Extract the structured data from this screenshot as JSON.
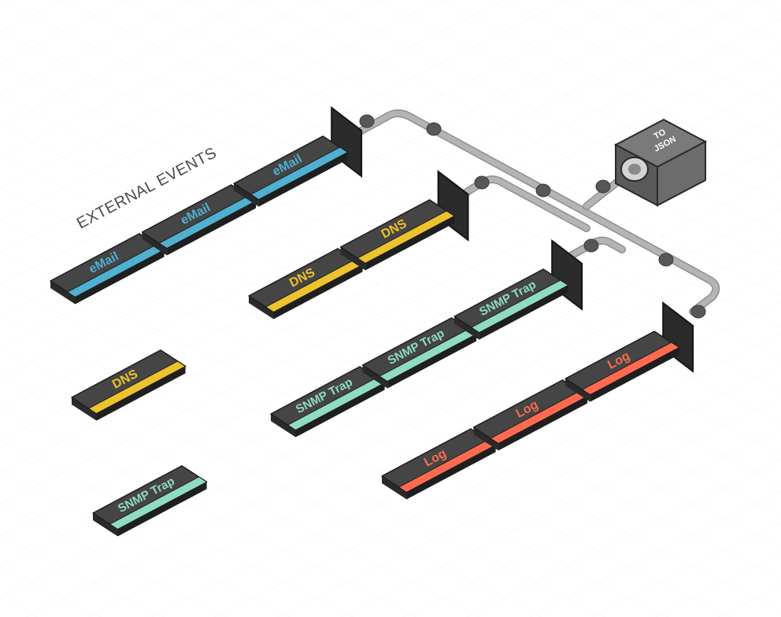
{
  "title": "EXTERNAL EVENTS",
  "colors": {
    "email": "#4fb0d0",
    "dns": "#ecc22e",
    "snmp": "#8fdcc0",
    "log": "#ff6a50",
    "tile_top": "#454545",
    "tile_side": "#2e2e2e",
    "pipe": "#b4b4b4",
    "node": "#575757",
    "cube": "#676767"
  },
  "queues": [
    {
      "type": "email",
      "labels": [
        "eMail",
        "eMail",
        "eMail"
      ]
    },
    {
      "type": "dns",
      "labels": [
        "DNS",
        "DNS"
      ]
    },
    {
      "type": "snmp",
      "labels": [
        "SNMP Trap",
        "SNMP Trap",
        "SNMP Trap"
      ]
    },
    {
      "type": "log",
      "labels": [
        "Log",
        "Log",
        "Log"
      ]
    }
  ],
  "loose_events": [
    {
      "type": "dns",
      "label": "DNS"
    },
    {
      "type": "snmp",
      "label": "SNMP Trap"
    }
  ],
  "converter": {
    "line1": "TO",
    "line2": "JSON"
  }
}
